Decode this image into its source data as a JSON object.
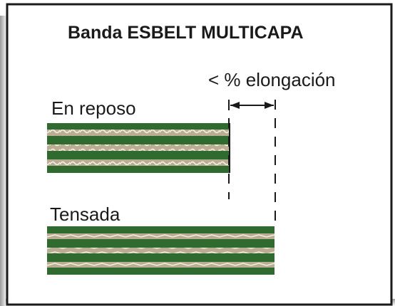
{
  "title": "Banda ESBELT MULTICAPA",
  "labels": {
    "elongation": "< % elongación",
    "rest": "En reposo",
    "tensioned": "Tensada"
  },
  "colors": {
    "belt_green": "#2f6b2f",
    "fabric_tan": "#b9ad92",
    "wave_white": "#f3efe4",
    "dash": "#1a1a1a"
  },
  "icons": [
    "double-arrow-icon"
  ]
}
